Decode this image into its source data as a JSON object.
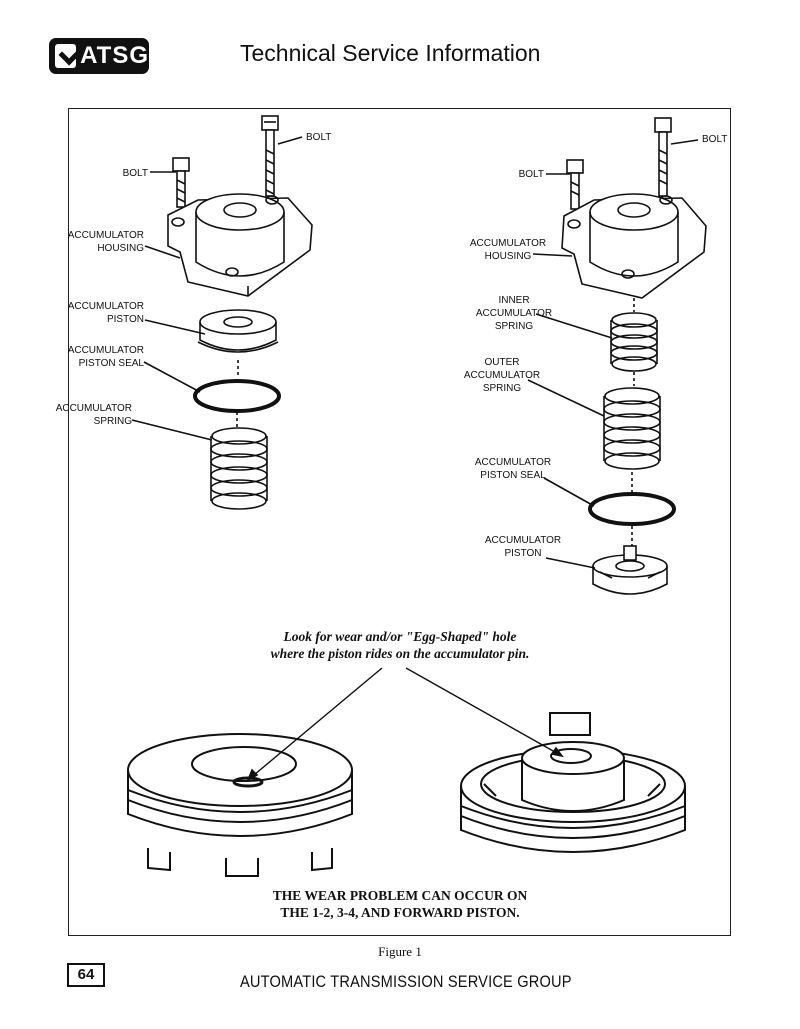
{
  "header": {
    "logo_text": "ATSG",
    "title": "Technical Service Information"
  },
  "left_assembly": {
    "bolt_top": "BOLT",
    "bolt": "BOLT",
    "housing": "ACCUMULATOR\nHOUSING",
    "piston": "ACCUMULATOR\nPISTON",
    "piston_seal": "ACCUMULATOR\nPISTON SEAL",
    "spring": "ACCUMULATOR\nSPRING"
  },
  "right_assembly": {
    "bolt_top": "BOLT",
    "bolt": "BOLT",
    "housing": "ACCUMULATOR\nHOUSING",
    "inner_spring": "INNER\nACCUMULATOR\nSPRING",
    "outer_spring": "OUTER\nACCUMULATOR\nSPRING",
    "piston_seal": "ACCUMULATOR\nPISTON SEAL",
    "piston": "ACCUMULATOR\nPISTON"
  },
  "note": "Look for wear and/or \"Egg-Shaped\" hole\nwhere the piston rides on the accumulator pin.",
  "caption": "THE WEAR PROBLEM CAN OCCUR ON\nTHE 1-2, 3-4, AND FORWARD PISTON.",
  "figure_label": "Figure 1",
  "footer": {
    "page_number": "64",
    "org_name": "AUTOMATIC TRANSMISSION SERVICE GROUP"
  }
}
